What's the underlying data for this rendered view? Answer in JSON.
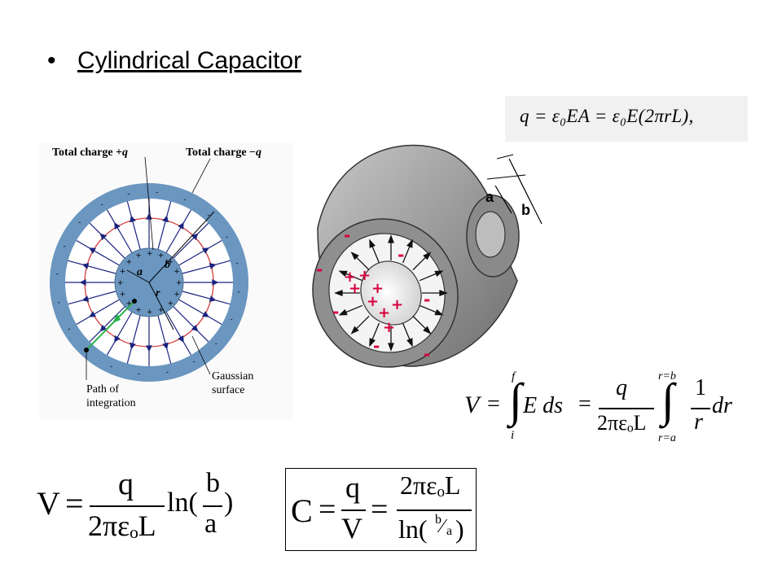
{
  "slide": {
    "bullet": "•",
    "title": "Cylindrical Capacitor"
  },
  "gauss_formula": "q = ε₀EA = ε₀E(2πrL),",
  "cross_section": {
    "label_total_plus": "Total charge +",
    "label_total_plus_sym": "q",
    "label_total_minus": "Total charge −",
    "label_total_minus_sym": "q",
    "label_a": "a",
    "label_b": "b",
    "label_r": "r",
    "label_path_1": "Path of",
    "label_path_2": "integration",
    "label_gauss_1": "Gaussian",
    "label_gauss_2": "surface",
    "colors": {
      "shell": "#6a96c0",
      "inner": "#6a96c0",
      "field": "#1a237e",
      "gauss": "#d23c3c",
      "path": "#2bb24c"
    }
  },
  "cylinder_3d": {
    "label_a": "a",
    "label_b": "b",
    "plus": "+",
    "minus": "-",
    "colors": {
      "body": "#a8a8a8",
      "charge": "#d8003c"
    }
  },
  "potential_integral": {
    "lhs": "V",
    "eq": "=",
    "lower1": "i",
    "upper1": "f",
    "integrand1": "E ds",
    "eq2": "=",
    "frac_num": "q",
    "frac_den": "2πεₒL",
    "upper2": "r=b",
    "lower2": "r=a",
    "frac2_num": "1",
    "frac2_den": "r",
    "dr": "dr"
  },
  "v_result": {
    "lhs": "V",
    "eq": "=",
    "num": "q",
    "den": "2πεₒL",
    "ln": "ln(",
    "b": "b",
    "a": "a",
    "close": ")"
  },
  "c_result": {
    "lhs": "C",
    "eq": "=",
    "num1": "q",
    "den1": "V",
    "eq2": "=",
    "num2": "2πεₒL",
    "den2": "ln(",
    "den2_b": "b",
    "den2_a": "a",
    "den2_close": ")"
  }
}
